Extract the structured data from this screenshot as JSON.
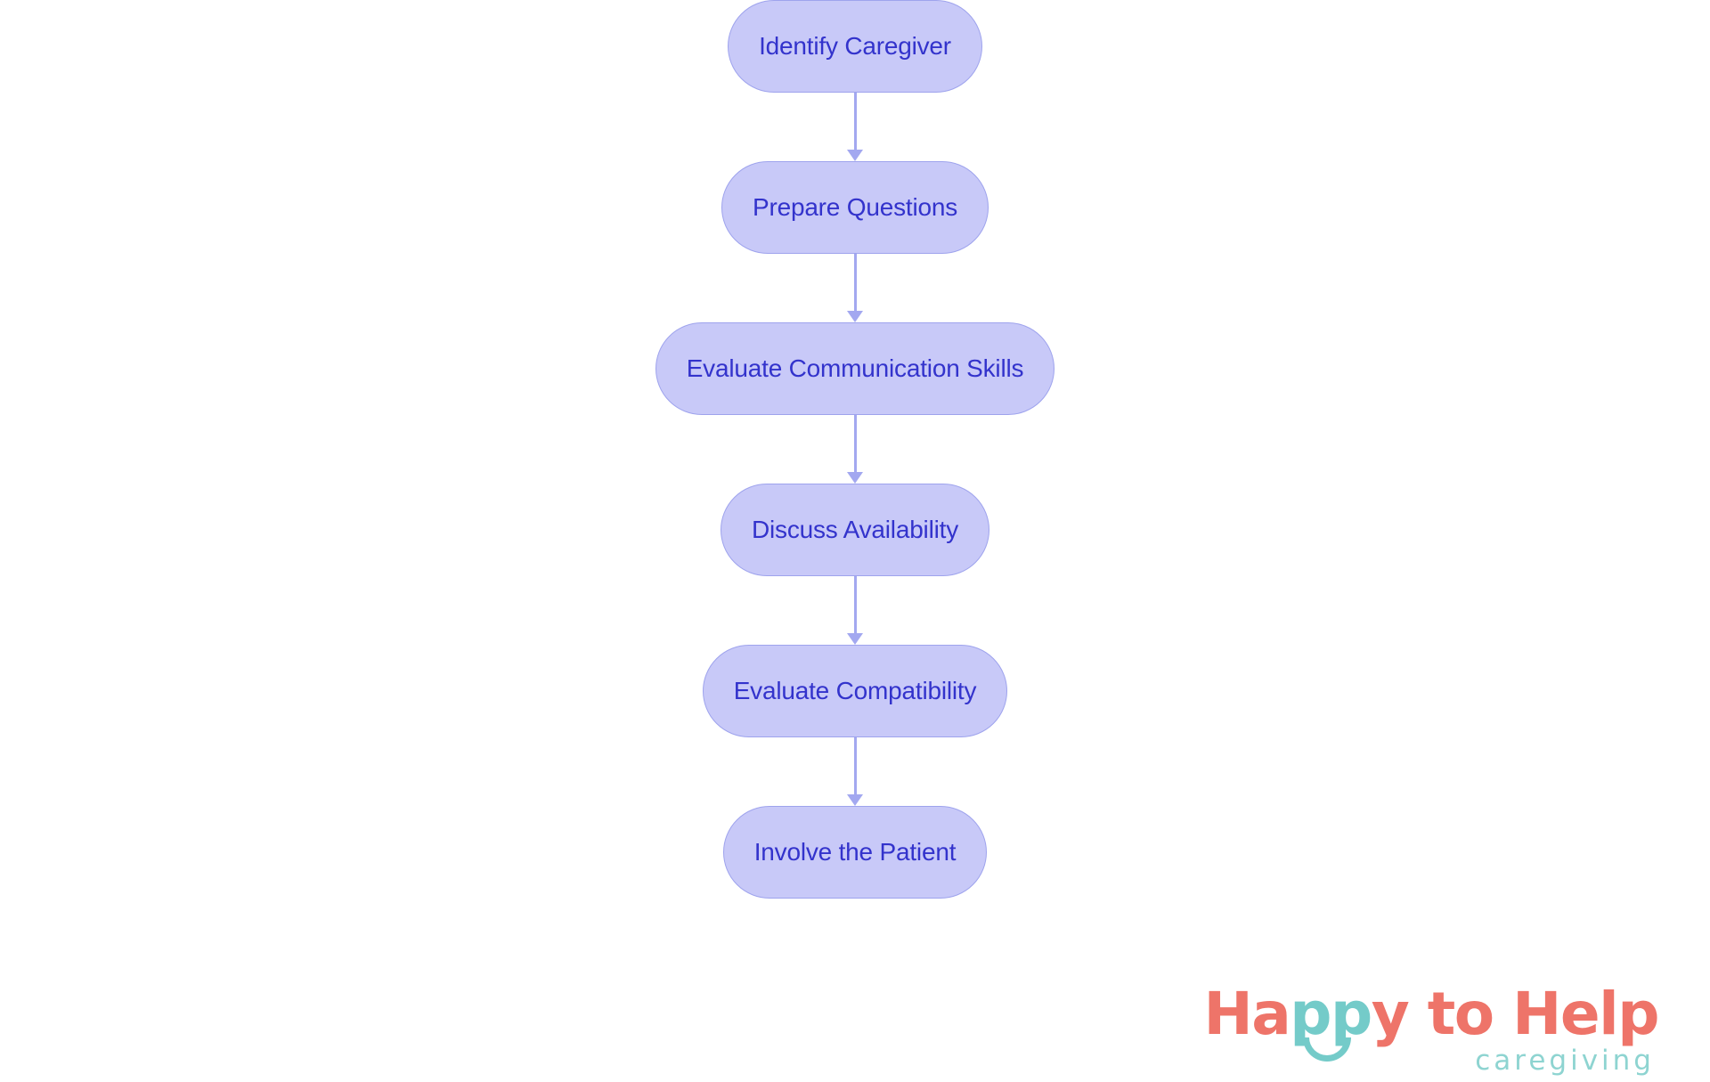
{
  "chart_data": {
    "type": "diagram",
    "diagram_kind": "flowchart",
    "orientation": "vertical-top-to-bottom",
    "title": "",
    "background_color": "#ffffff",
    "node_fill_color": "#c8c9f8",
    "node_border_color": "#9ea3ed",
    "node_text_color": "#3333cc",
    "connector_color": "#a3a8f0",
    "nodes": [
      {
        "id": "n0",
        "label": "Identify Caregiver"
      },
      {
        "id": "n1",
        "label": "Prepare Questions"
      },
      {
        "id": "n2",
        "label": "Evaluate Communication Skills"
      },
      {
        "id": "n3",
        "label": "Discuss Availability"
      },
      {
        "id": "n4",
        "label": "Evaluate Compatibility"
      },
      {
        "id": "n5",
        "label": "Involve the Patient"
      }
    ],
    "edges": [
      {
        "from": "n0",
        "to": "n1",
        "label": ""
      },
      {
        "from": "n1",
        "to": "n2",
        "label": ""
      },
      {
        "from": "n2",
        "to": "n3",
        "label": ""
      },
      {
        "from": "n3",
        "to": "n4",
        "label": ""
      },
      {
        "from": "n4",
        "to": "n5",
        "label": ""
      }
    ]
  },
  "flow": {
    "nodes": [
      {
        "label": "Identify Caregiver"
      },
      {
        "label": "Prepare Questions"
      },
      {
        "label": "Evaluate Communication Skills"
      },
      {
        "label": "Discuss Availability"
      },
      {
        "label": "Evaluate Compatibility"
      },
      {
        "label": "Involve the Patient"
      }
    ]
  },
  "logo": {
    "word_1": "Ha",
    "word_2": "pp",
    "word_3": "y to Hel",
    "word_4": "p",
    "tagline": "caregiving",
    "coral_color": "#ee7469",
    "teal_color": "#74cbc9",
    "tagline_color": "#8ed4d1"
  }
}
